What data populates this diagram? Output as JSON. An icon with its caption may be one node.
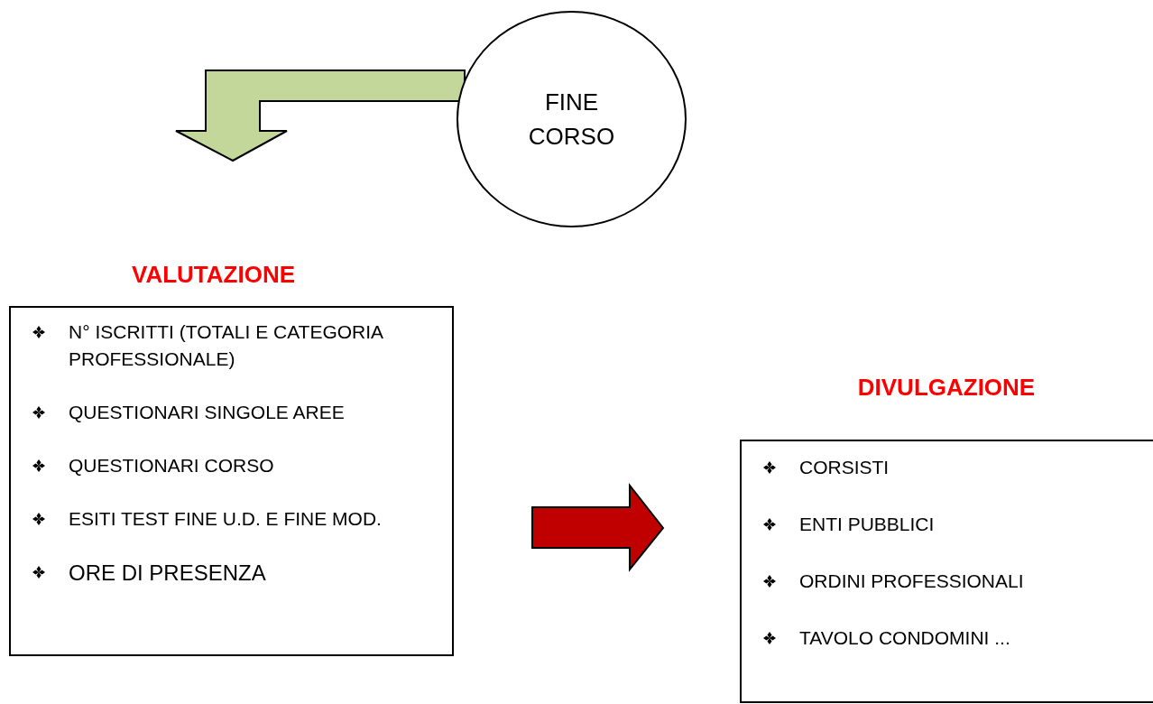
{
  "diagram": {
    "nodes": [
      {
        "text": [
          "FINE CORSO"
        ]
      },
      {
        "text": [
          "VALUTAZIONE",
          "N° ISCRITTI (TOTALI E CATEGORIA PROFESSIONALE)",
          "QUESTIONARI SINGOLE AREE",
          "QUESTIONARI CORSO",
          "ESITI TEST FINE U.D. E FINE MOD.",
          "ORE DI PRESENZA"
        ]
      },
      {
        "text": [
          "DIVULGAZIONE",
          "CORSISTI",
          "ENTI PUBBLICI",
          "ORDINI PROFESSIONALI",
          "TAVOLO CONDOMINI ..."
        ]
      }
    ],
    "edges": [
      {
        "from": 0,
        "to": 1,
        "arrow": "to",
        "style": "thick",
        "color": "#c4d79b"
      },
      {
        "from": 1,
        "to": 2,
        "arrow": "to",
        "style": "thick",
        "color": "#c00000"
      }
    ]
  }
}
